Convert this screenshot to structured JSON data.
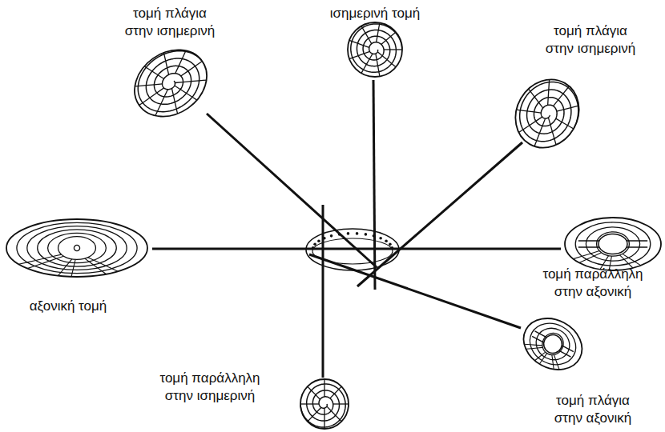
{
  "diagram": {
    "labels": [
      "τομή πλάγια στην ισημερινή",
      "ισημερινή τομή",
      "τομή πλάγια στην ισημερινή",
      "αξονική τομή",
      "τομή παράλληλη στην αξονική",
      "τομή παράλληλη στην ισημερινή",
      "τομή πλάγια στην αξονική"
    ]
  }
}
